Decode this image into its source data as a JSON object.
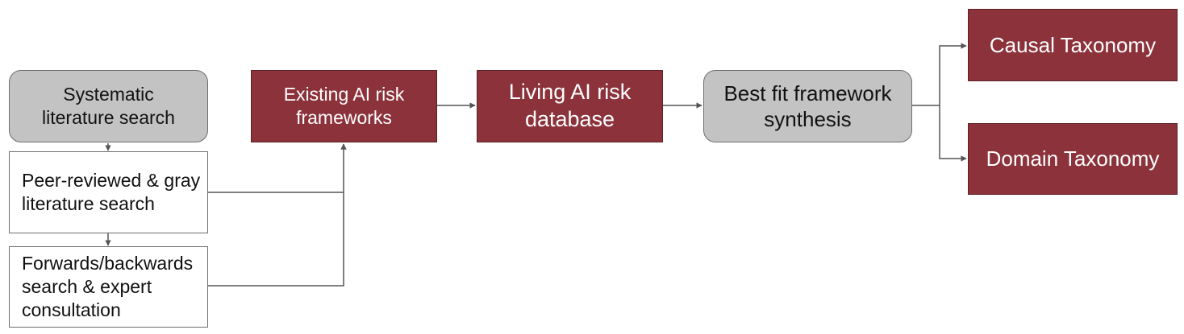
{
  "diagram": {
    "nodes": {
      "systematic_search": "Systematic\nliterature search",
      "peer_reviewed": "Peer-reviewed & gray\nliterature search",
      "forwards_backwards": "Forwards/backwards\nsearch & expert\nconsultation",
      "existing_frameworks": "Existing AI risk\nframeworks",
      "living_database": "Living AI risk\ndatabase",
      "best_fit": "Best fit framework\nsynthesis",
      "causal_taxonomy": "Causal Taxonomy",
      "domain_taxonomy": "Domain Taxonomy"
    },
    "edges": [
      {
        "from": "systematic_search",
        "to": "peer_reviewed"
      },
      {
        "from": "peer_reviewed",
        "to": "forwards_backwards"
      },
      {
        "from": "peer_reviewed",
        "to": "existing_frameworks"
      },
      {
        "from": "forwards_backwards",
        "to": "existing_frameworks"
      },
      {
        "from": "existing_frameworks",
        "to": "living_database"
      },
      {
        "from": "living_database",
        "to": "best_fit"
      },
      {
        "from": "best_fit",
        "to": "causal_taxonomy"
      },
      {
        "from": "best_fit",
        "to": "domain_taxonomy"
      }
    ],
    "colors": {
      "accent_red": "#8b323b",
      "node_gray": "#c3c3c3",
      "connector": "#555555"
    }
  }
}
